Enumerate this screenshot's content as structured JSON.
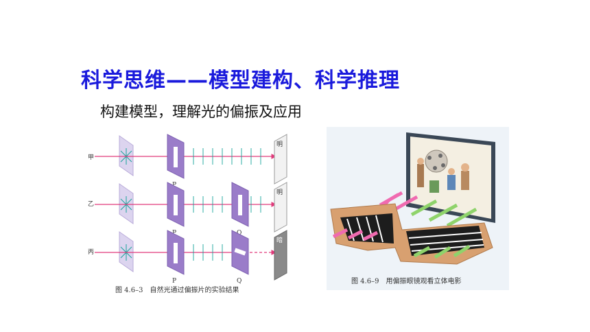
{
  "slide": {
    "title": "科学思维——模型建构、科学推理",
    "subtitle": "构建模型，理解光的偏振及应用"
  },
  "figure_left": {
    "rows": [
      {
        "label": "甲",
        "screen_text": "明",
        "polarizers": [
          "P"
        ]
      },
      {
        "label": "乙",
        "screen_text": "明",
        "polarizers": [
          "P",
          "Q"
        ]
      },
      {
        "label": "丙",
        "screen_text": "暗",
        "polarizers": [
          "P",
          "Q"
        ]
      }
    ],
    "caption": "图 4.6–3　自然光通过偏振片的实验结果"
  },
  "figure_right": {
    "caption": "图 4.6–9　用偏振眼镜观看立体电影"
  },
  "colors": {
    "title": "#1a1adc",
    "beam": "#e0397a",
    "arrows": "#17a39a",
    "polarizer": "#9a7cc9",
    "glasses_frame": "#d8a070"
  }
}
